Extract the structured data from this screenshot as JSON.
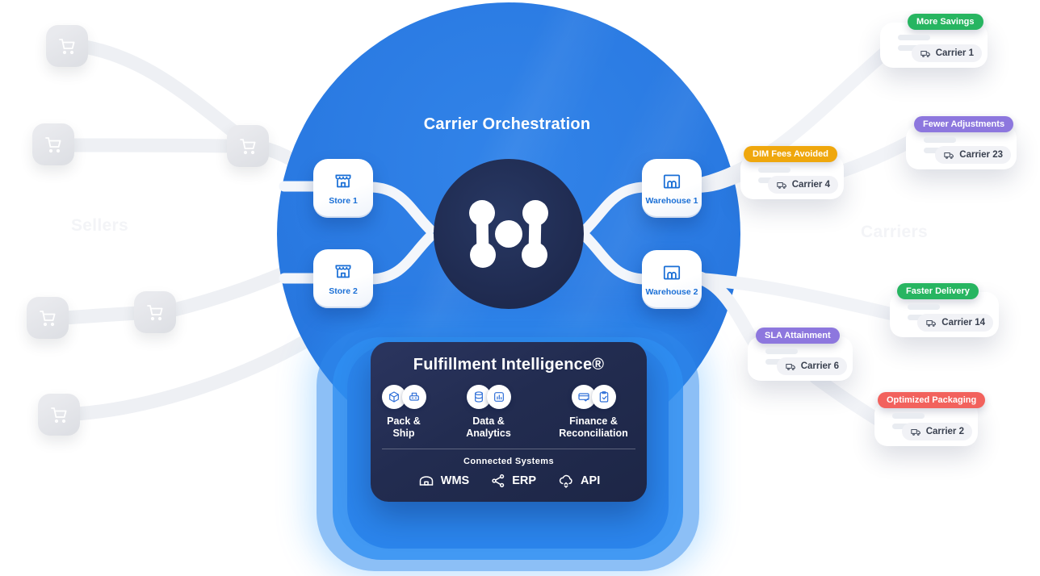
{
  "title": "Carrier Orchestration",
  "ghost_labels": {
    "left": "Sellers",
    "right": "Carriers"
  },
  "stores": [
    {
      "label": "Store 1"
    },
    {
      "label": "Store 2"
    }
  ],
  "warehouses": [
    {
      "label": "Warehouse 1"
    },
    {
      "label": "Warehouse 2"
    }
  ],
  "carrier_cards": [
    {
      "badge": "More Savings",
      "badge_color": "#27b561",
      "carrier": "Carrier 1"
    },
    {
      "badge": "Fewer Adjustments",
      "badge_color": "#8d77de",
      "carrier": "Carrier 23"
    },
    {
      "badge": "DIM Fees Avoided",
      "badge_color": "#efa70d",
      "carrier": "Carrier 4"
    },
    {
      "badge": "Faster Delivery",
      "badge_color": "#27b561",
      "carrier": "Carrier 14"
    },
    {
      "badge": "SLA Attainment",
      "badge_color": "#8d77de",
      "carrier": "Carrier 6"
    },
    {
      "badge": "Optimized Packaging",
      "badge_color": "#f2625d",
      "carrier": "Carrier 2"
    }
  ],
  "fulfillment": {
    "title": "Fulfillment Intelligence®",
    "features": [
      {
        "label": "Pack & Ship"
      },
      {
        "label": "Data & Analytics"
      },
      {
        "label": "Finance & Reconciliation"
      }
    ],
    "connected_systems_title": "Connected Systems",
    "systems": [
      {
        "label": "WMS"
      },
      {
        "label": "ERP"
      },
      {
        "label": "API"
      }
    ]
  },
  "colors": {
    "blue": "#2a7ae2",
    "navy": "#202c52",
    "card_navy": "#242e54",
    "green": "#27b561",
    "purple": "#8d77de",
    "amber": "#efa70d",
    "red": "#f2625d",
    "icon_blue": "#1a6fd6"
  }
}
